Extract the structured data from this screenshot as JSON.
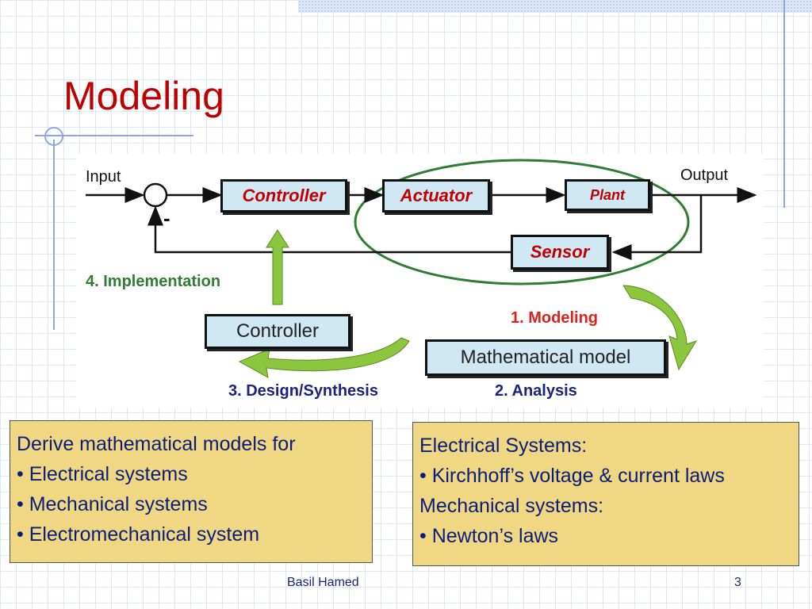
{
  "slide": {
    "title": "Modeling",
    "footer_author": "Basil Hamed",
    "slide_number": "3"
  },
  "diagram": {
    "input_label": "Input",
    "output_label": "Output",
    "minus_sign": "-",
    "blocks": {
      "controller": "Controller",
      "actuator": "Actuator",
      "plant": "Plant",
      "sensor": "Sensor"
    },
    "stages": {
      "implementation": "4. Implementation",
      "modeling": "1. Modeling",
      "design": "3. Design/Synthesis",
      "analysis": "2. Analysis"
    },
    "lower_blocks": {
      "controller": "Controller",
      "math_model": "Mathematical model"
    }
  },
  "left_box": {
    "lines": [
      "Derive mathematical models for",
      "• Electrical systems",
      "• Mechanical systems",
      "• Electromechanical system"
    ]
  },
  "right_box": {
    "lines": [
      "Electrical Systems:",
      "• Kirchhoff’s voltage & current laws",
      "Mechanical systems:",
      "• Newton’s laws"
    ]
  },
  "colors": {
    "title": "#c00000",
    "block_fill": "#cfe8f3",
    "block_text": "#c00000",
    "stage_red": "#e0201c",
    "stage_green": "#2e7d32",
    "stage_blue": "#1a237e",
    "note_fill": "#f0d784",
    "note_text": "#0b1d7a",
    "ellipse": "#2e7d32",
    "arrow_green": "#8cc63f"
  }
}
